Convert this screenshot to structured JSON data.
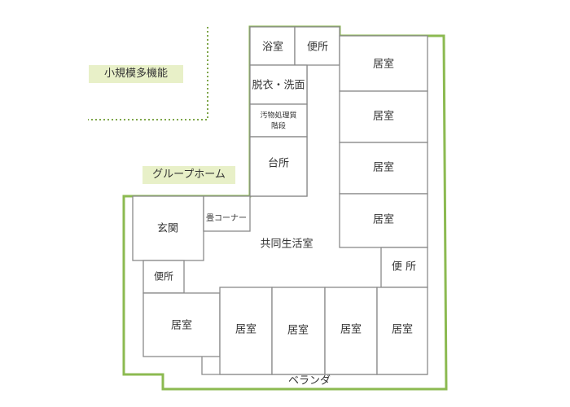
{
  "legend": {
    "small_multi": "小規模多機能",
    "group_home": "グループホーム"
  },
  "rooms": {
    "bath": "浴室",
    "toilet_top": "便所",
    "dressing": "脱衣・洗面",
    "soiled_1": "汚物処理質",
    "soiled_2": "階段",
    "kitchen": "台所",
    "tatami": "畳コーナー",
    "entrance": "玄関",
    "toilet_left": "便所",
    "common": "共同生活室",
    "toilet_right": "便 所",
    "veranda": "ベランダ",
    "r1": "居室",
    "r2": "居室",
    "r3": "居室",
    "r4": "居室",
    "b1": "居室",
    "b2": "居室",
    "b3": "居室",
    "b4": "居室",
    "b5": "居室"
  },
  "colors": {
    "accent": "#8cba51",
    "tag_bg": "#e8f0c8",
    "wall": "#8a8a8a"
  }
}
